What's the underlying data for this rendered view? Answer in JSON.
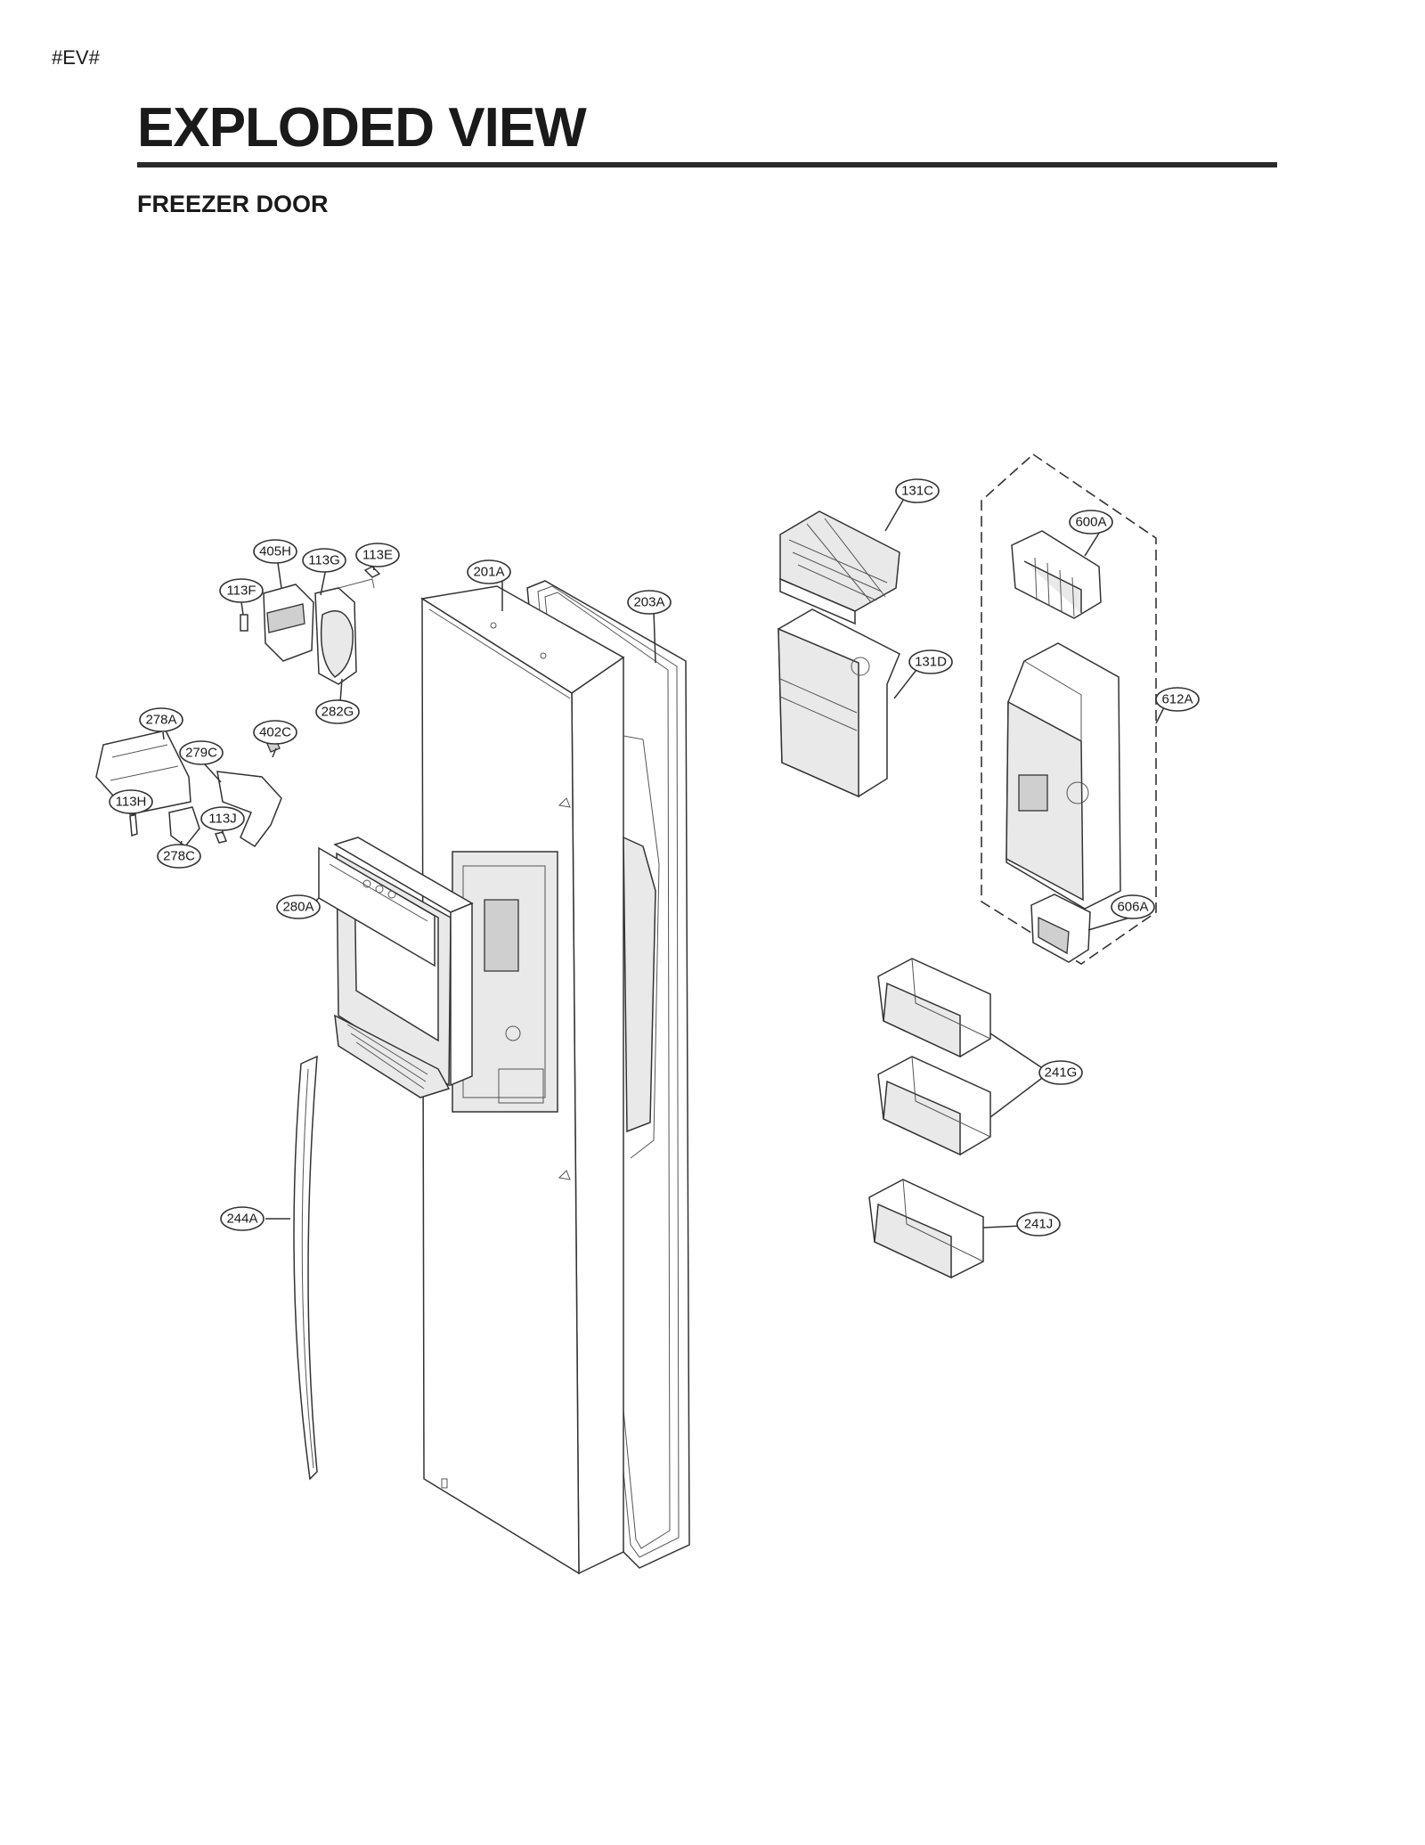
{
  "page_code": "#EV#",
  "title": "EXPLODED VIEW",
  "section": "FREEZER DOOR",
  "part_labels": {
    "p131C": "131C",
    "p600A": "600A",
    "p405H": "405H",
    "p113G": "113G",
    "p113E": "113E",
    "p201A": "201A",
    "p113F": "113F",
    "p203A": "203A",
    "p131D": "131D",
    "p612A": "612A",
    "p282G": "282G",
    "p278A": "278A",
    "p402C": "402C",
    "p279C": "279C",
    "p113H": "113H",
    "p113J": "113J",
    "p278C": "278C",
    "p280A": "280A",
    "p606A": "606A",
    "p241G": "241G",
    "p244A": "244A",
    "p241J": "241J"
  }
}
